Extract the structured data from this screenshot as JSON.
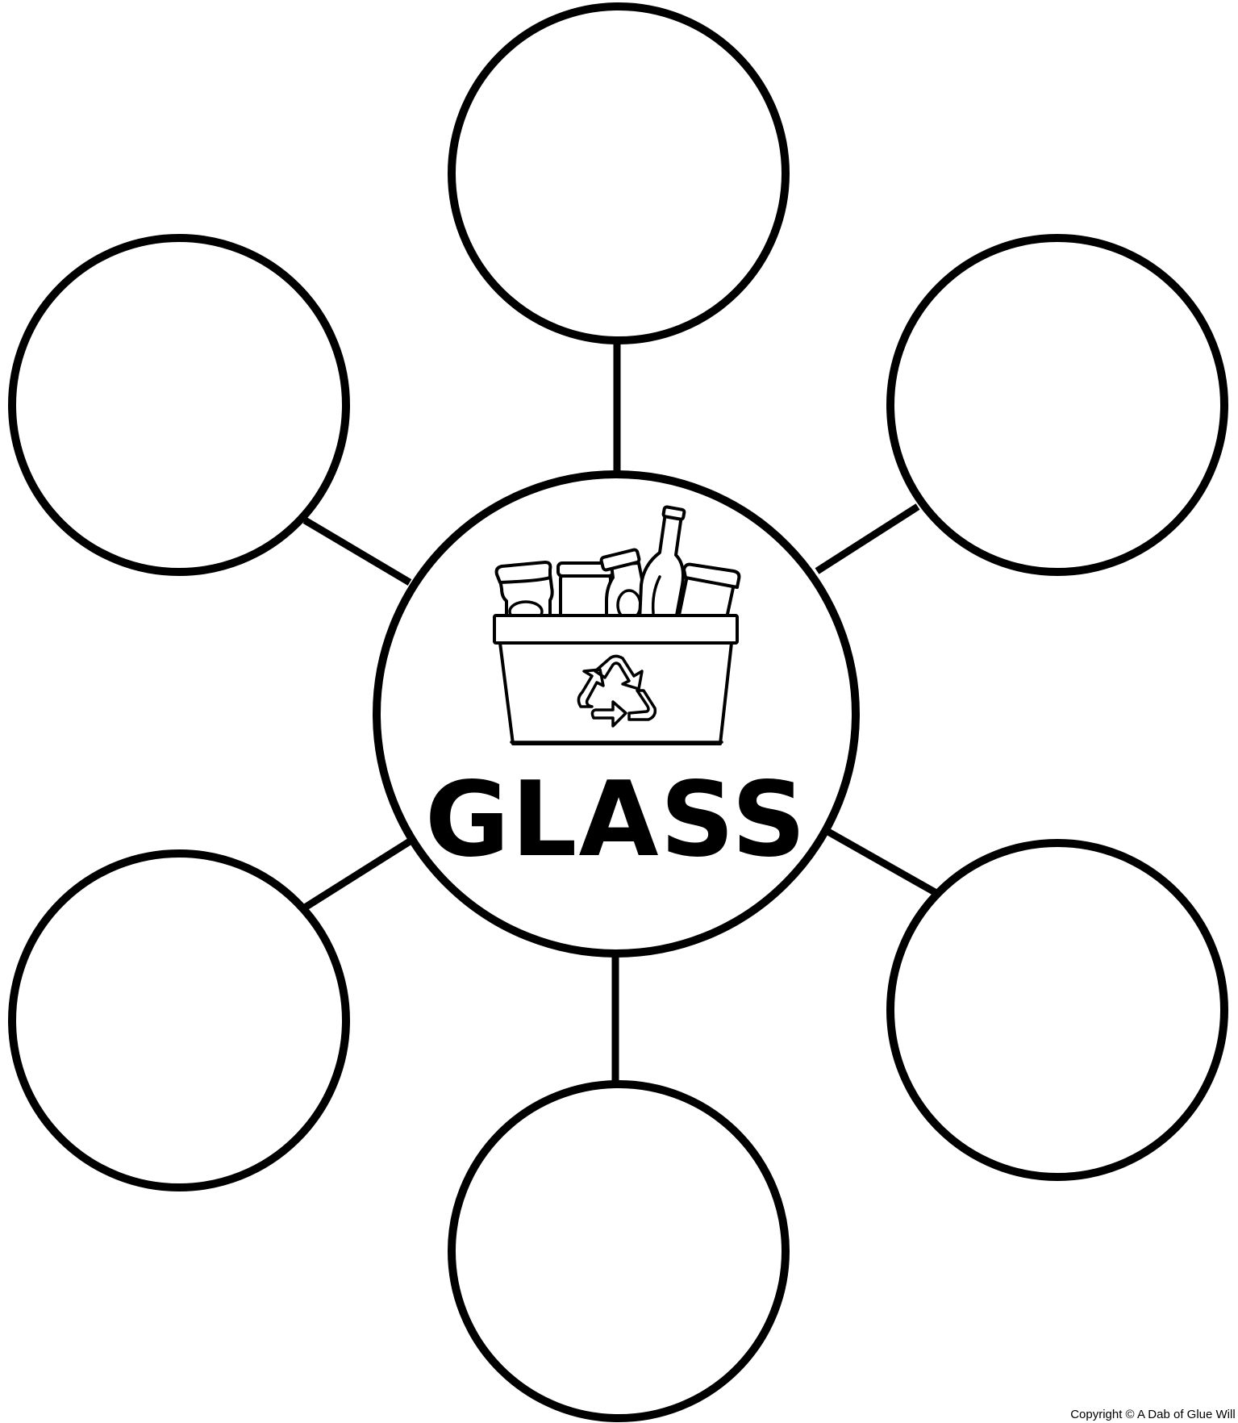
{
  "diagram": {
    "type": "web",
    "center": {
      "label": "GLASS",
      "icon": "recycling-bin-with-glass-containers-icon"
    },
    "branch_count": 6,
    "branches": [
      "",
      "",
      "",
      "",
      "",
      ""
    ]
  },
  "footer": {
    "copyright": "Copyright © A Dab of Glue Will Do"
  },
  "colors": {
    "stroke": "#000000",
    "background": "#ffffff"
  }
}
